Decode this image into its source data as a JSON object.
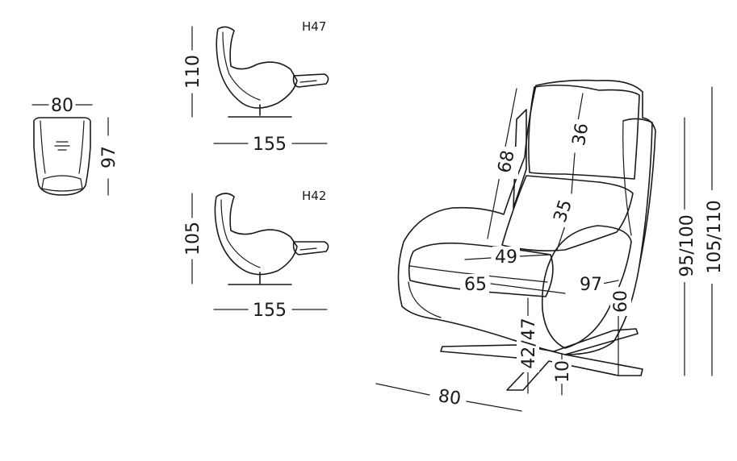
{
  "top_view": {
    "width_label": "80",
    "depth_label": "97"
  },
  "side_h47": {
    "tag": "H47",
    "height_label": "110",
    "length_label": "155"
  },
  "side_h42": {
    "tag": "H42",
    "height_label": "105",
    "length_label": "155"
  },
  "main_view": {
    "headrest_label": "36",
    "back_length_label": "68",
    "backrest_label": "35",
    "seat_depth_label": "49",
    "seat_length_label": "65",
    "armrest_length_label": "97",
    "arm_height_label": "60",
    "seat_height_label": "42/47",
    "clearance_label": "10",
    "width_label": "80",
    "height_label": "95/100",
    "total_height_label": "105/110"
  }
}
